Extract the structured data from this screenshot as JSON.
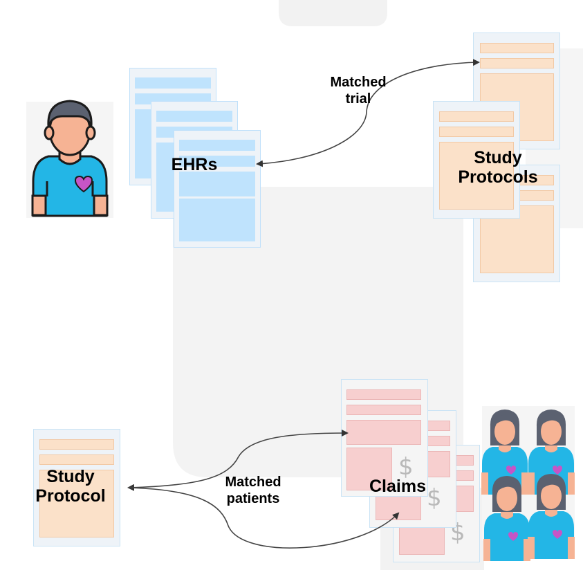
{
  "top_panel": {
    "ehr_label": "EHRs",
    "protocols_label_line1": "Study",
    "protocols_label_line2": "Protocols",
    "arrow_label_line1": "Matched",
    "arrow_label_line2": "trial"
  },
  "bottom_panel": {
    "protocol_label_line1": "Study",
    "protocol_label_line2": "Protocol",
    "claims_label": "Claims",
    "arrow_label_line1": "Matched",
    "arrow_label_line2": "patients",
    "dollar_symbol": "$"
  },
  "icons": {
    "patient": "male-patient-icon",
    "patients_group": "female-patients-group-icon",
    "heart": "heart-icon"
  },
  "colors": {
    "ehr_fill": "#bfe3fd",
    "protocol_fill": "#fbe1c9",
    "claims_fill": "#f7cfcf",
    "shirt": "#23b6e6",
    "heart": "#c655c6",
    "skin": "#f6b394",
    "hair": "#5b6170"
  }
}
